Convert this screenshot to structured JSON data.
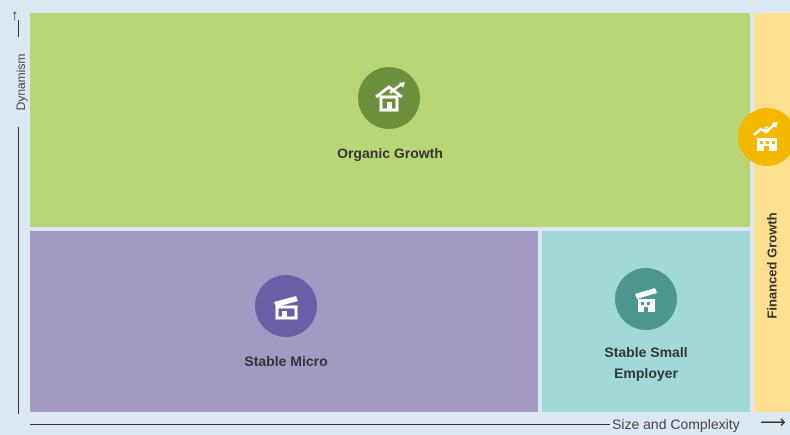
{
  "axes": {
    "y_label": "Dynamism",
    "x_label": "Size and Complexity"
  },
  "regions": {
    "organic": {
      "label": "Organic Growth",
      "icon": "house-growth-icon",
      "color": "#b9d676",
      "icon_color": "#6b8f3b"
    },
    "micro": {
      "label": "Stable Micro",
      "icon": "shop-icon",
      "color": "#a29ac3",
      "icon_color": "#6a5fa6"
    },
    "small": {
      "label_line1": "Stable Small",
      "label_line2": "Employer",
      "icon": "building-growth-icon",
      "color": "#a1d9d8",
      "icon_color": "#4c9590"
    },
    "financed": {
      "label": "Financed Growth",
      "icon": "dollar-building-icon",
      "color": "#fde08f",
      "icon_color": "#f5b800"
    }
  }
}
